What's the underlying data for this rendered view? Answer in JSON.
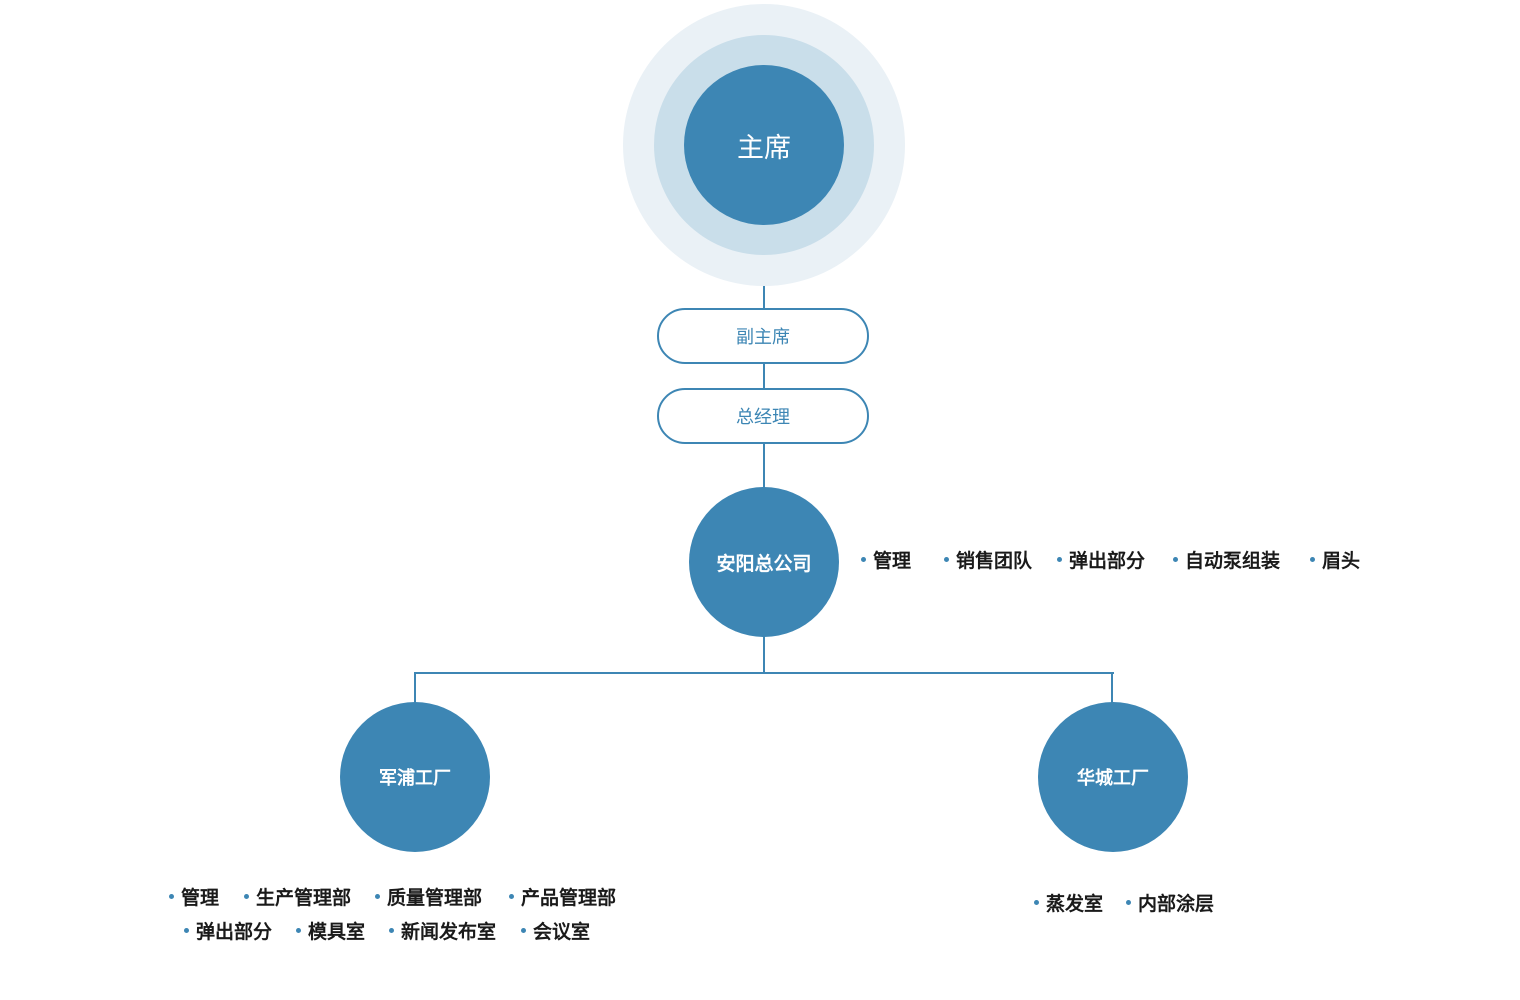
{
  "colors": {
    "primary": "#3d86b4",
    "halo_mid": "#c9deea",
    "halo_outer": "#eaf1f6"
  },
  "chairman": {
    "label": "主席"
  },
  "vice_chairman": {
    "label": "副主席"
  },
  "general_manager": {
    "label": "总经理"
  },
  "headquarters": {
    "label": "安阳总公司",
    "departments": [
      "管理",
      "销售团队",
      "弹出部分",
      "自动泵组装",
      "眉头"
    ]
  },
  "factories": [
    {
      "label": "军浦工厂",
      "departments_row1": [
        "管理",
        "生产管理部",
        "质量管理部",
        "产品管理部"
      ],
      "departments_row2": [
        "弹出部分",
        "模具室",
        "新闻发布室",
        "会议室"
      ]
    },
    {
      "label": "华城工厂",
      "departments_row1": [
        "蒸发室",
        "内部涂层"
      ]
    }
  ]
}
